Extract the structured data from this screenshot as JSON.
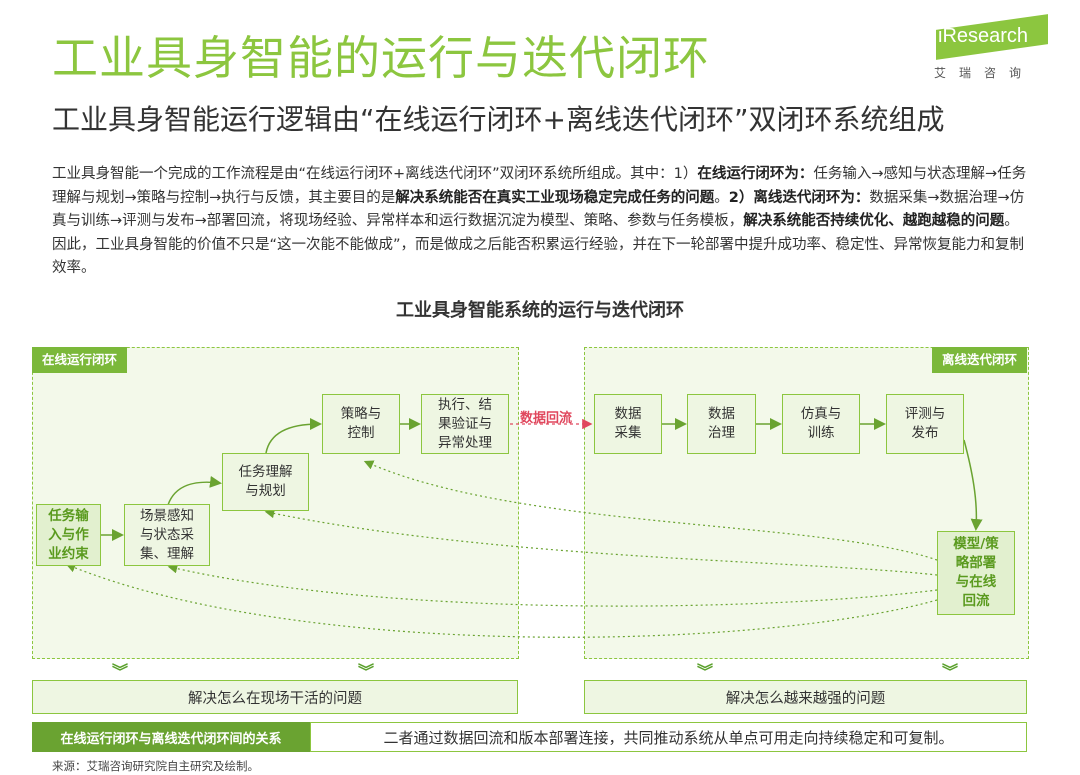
{
  "header": {
    "title": "工业具身智能的运行与迭代闭环",
    "subtitle": "工业具身智能运行逻辑由“在线运行闭环+离线迭代闭环”双闭环系统组成",
    "logo_text": "iResearch",
    "logo_cn": "艾瑞咨询"
  },
  "intro": {
    "p1": "工业具身智能一个完成的工作流程是由“在线运行闭环+离线迭代闭环”双闭环系统所组成。其中：1）",
    "b1": "在线运行闭环为：",
    "p2": "任务输入→感知与状态理解→任务理解与规划→策略与控制→执行与反馈，其主要目的是",
    "b2": "解决系统能否在真实工业现场稳定完成任务的问题",
    "p3": "。",
    "b3": "2）离线迭代闭环为：",
    "p4": "数据采集→数据治理→仿真与训练→评测与发布→部署回流，将现场经验、异常样本和运行数据沉淀为模型、策略、参数与任务模板，",
    "b4": "解决系统能否持续优化、越跑越稳的问题",
    "p5": "。因此，工业具身智能的价值不只是“这一次能不能做成”，而是做成之后能否积累运行经验，并在下一轮部署中提升成功率、稳定性、异常恢复能力和复制效率。"
  },
  "diagram": {
    "title": "工业具身智能系统的运行与迭代闭环",
    "online_tag": "在线运行闭环",
    "offline_tag": "离线迭代闭环",
    "flow_label": "数据回流",
    "online_boxes": {
      "input": "任务输\n入与作\n业约束",
      "perception": "场景感知\n与状态采\n集、理解",
      "planning": "任务理解\n与规划",
      "control": "策略与\n控制",
      "execution": "执行、结\n果验证与\n异常处理"
    },
    "offline_boxes": {
      "collect": "数据\n采集",
      "govern": "数据\n治理",
      "train": "仿真与\n训练",
      "evaluate": "评测与\n发布",
      "deploy": "模型/策\n略部署\n与在线\n回流"
    },
    "online_problem": "解决怎么在现场干活的问题",
    "offline_problem": "解决怎么越来越强的问题",
    "chevron": "︾"
  },
  "relation": {
    "label": "在线运行闭环与离线迭代闭环间的关系",
    "text": "二者通过数据回流和版本部署连接，共同推动系统从单点可用走向持续稳定和可复制。"
  },
  "source": "来源：艾瑞咨询研究院自主研究及绘制。",
  "colors": {
    "brand_green": "#8cc63f",
    "dark_green": "#6aa331",
    "accent_red": "#e0475d"
  }
}
